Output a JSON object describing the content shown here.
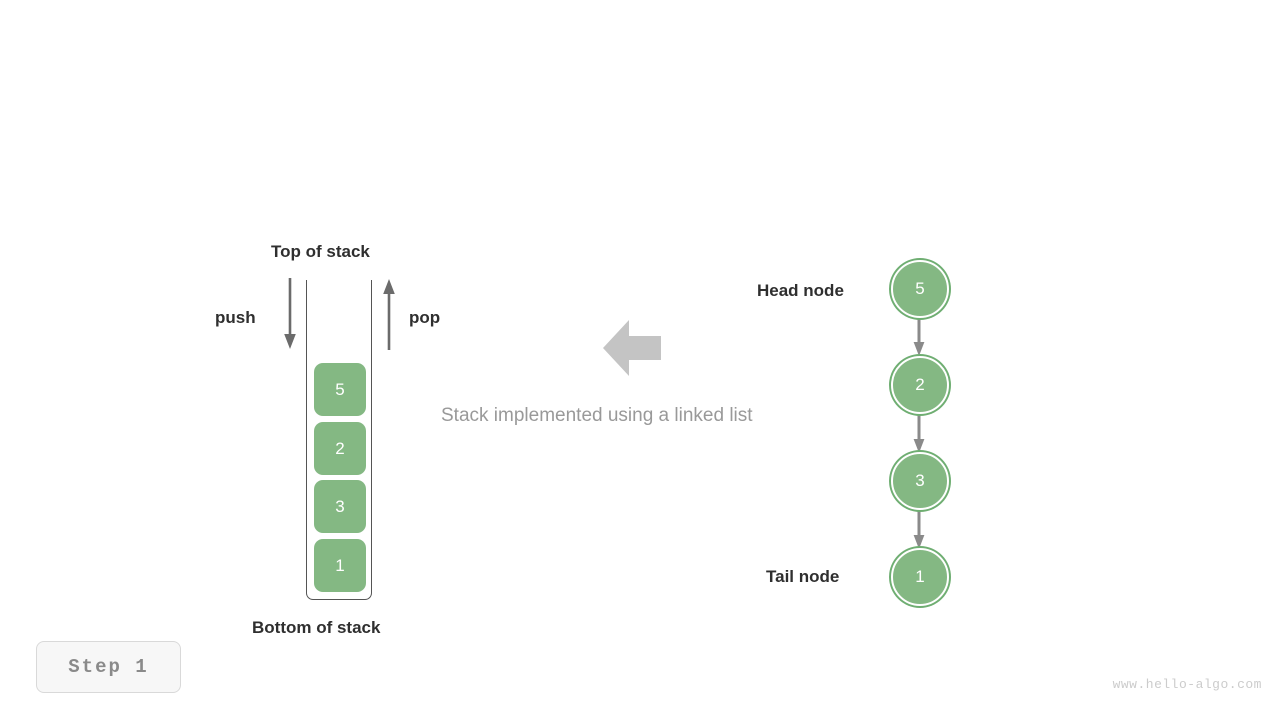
{
  "colors": {
    "node_fill": "#84b883",
    "node_ring": "#6fae72",
    "arrow_gray": "#6b6b6b",
    "big_arrow": "#c4c4c4",
    "label_dark": "#2f2f2f",
    "caption_gray": "#999999",
    "step_text": "#8a8a8a",
    "step_bg": "#f7f7f7",
    "watermark": "#cccccc",
    "background": "#ffffff"
  },
  "stack_panel": {
    "top_label": "Top of stack",
    "bottom_label": "Bottom of stack",
    "push_label": "push",
    "pop_label": "pop",
    "blocks": [
      {
        "value": "5"
      },
      {
        "value": "2"
      },
      {
        "value": "3"
      },
      {
        "value": "1"
      }
    ]
  },
  "center": {
    "caption": "Stack implemented using a linked list",
    "arrow_direction": "left"
  },
  "linked_list": {
    "head_label": "Head node",
    "tail_label": "Tail node",
    "nodes": [
      {
        "value": "5"
      },
      {
        "value": "2"
      },
      {
        "value": "3"
      },
      {
        "value": "1"
      }
    ]
  },
  "step_badge": {
    "text": "Step 1"
  },
  "watermark": {
    "text": "www.hello-algo.com"
  }
}
